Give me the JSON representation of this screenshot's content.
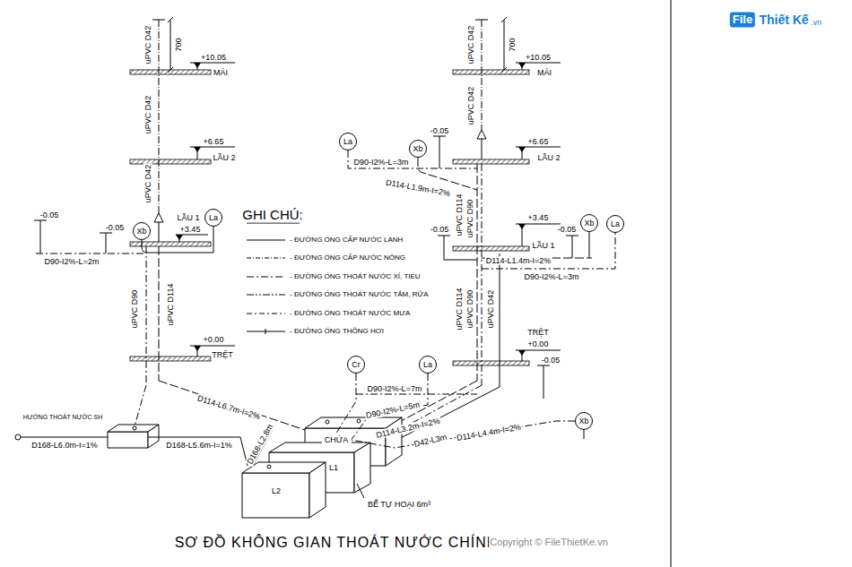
{
  "diagram": {
    "title": "SƠ ĐỒ KHÔNG GIAN THOÁT NƯỚC CHÍNH",
    "nodes": [
      {
        "text": [
          "La"
        ]
      },
      {
        "text": [
          "Xb"
        ]
      },
      {
        "text": [
          "La"
        ]
      },
      {
        "text": [
          "Xb"
        ]
      },
      {
        "text": [
          "Xb"
        ]
      },
      {
        "text": [
          "La"
        ]
      },
      {
        "text": [
          "Cr"
        ]
      },
      {
        "text": [
          "La"
        ]
      },
      {
        "text": [
          "Xb"
        ]
      },
      {
        "text": [
          "CHỨA"
        ]
      },
      {
        "text": [
          "L1"
        ]
      },
      {
        "text": [
          "L2"
        ]
      }
    ],
    "edges": [
      {
        "from": 6,
        "to": 9,
        "arrow": "none"
      },
      {
        "from": 7,
        "to": 9,
        "arrow": "none",
        "label": "D90-I2%-L=5m"
      },
      {
        "from": 8,
        "to": 9,
        "arrow": "none",
        "label": "D114-L4.4m-I=2%"
      }
    ],
    "labels": [
      "File",
      "Thiết Kế",
      ".vn",
      "uPVC D42",
      "700",
      "+10.05",
      "MÁI",
      "uPVC D42",
      "+6.65",
      "LẦU 2",
      "uPVC D42",
      "-0.05",
      "-0.05",
      "LẦU 1",
      "+3.45",
      "D90-I2%-L=2m",
      "uPVC D90",
      "uPVC D114",
      "+0.00",
      "TRỆT",
      "HƯỚNG THOÁT NƯỚC SH",
      "D168-L6.0m-I=1%",
      "D168-L5.6m-I=1%",
      "D114-L6.7m-I=2%",
      "D168-L2.8m",
      "uPVC D42",
      "700",
      "+10.05",
      "MÁI",
      "uPVC D42",
      "-0.05",
      "+6.65",
      "LẦU 2",
      "D90-I2%-L=3m",
      "D114-L1.9m-I=2%",
      "uPVC D114",
      "uPVC D90",
      "-0.05",
      "+3.45",
      "-0.05",
      "LẦU 1",
      "D114-L1.4m-I=2%",
      "D90-I2%-L=3m",
      "uPVC D114",
      "uPVC D90",
      "uPVC D42",
      "TRỆT",
      "+0.00",
      "-0.05",
      "D90-I2%-L=7m",
      "D114-L3.2m-I=2%",
      "D42-L3m",
      "BỂ TỰ HOẠI 6m³",
      "GHI CHÚ:",
      "Copyright © FileThietKe.vn"
    ],
    "legend": [
      {
        "text": "- ĐƯỜNG ỐNG CẤP NƯỚC LẠNH"
      },
      {
        "text": "- ĐƯỜNG ỐNG CẤP NƯỚC NÓNG"
      },
      {
        "text": "- ĐƯỜNG ỐNG THOÁT NƯỚC XÍ, TIỂU"
      },
      {
        "text": "- ĐƯỜNG ỐNG THOÁT NƯỚC TẮM, RỬA"
      },
      {
        "text": "- ĐƯỜNG ỐNG THOÁT NƯỚC MƯA"
      },
      {
        "text": "- ĐƯỜNG ỐNG THÔNG HƠI"
      }
    ]
  }
}
